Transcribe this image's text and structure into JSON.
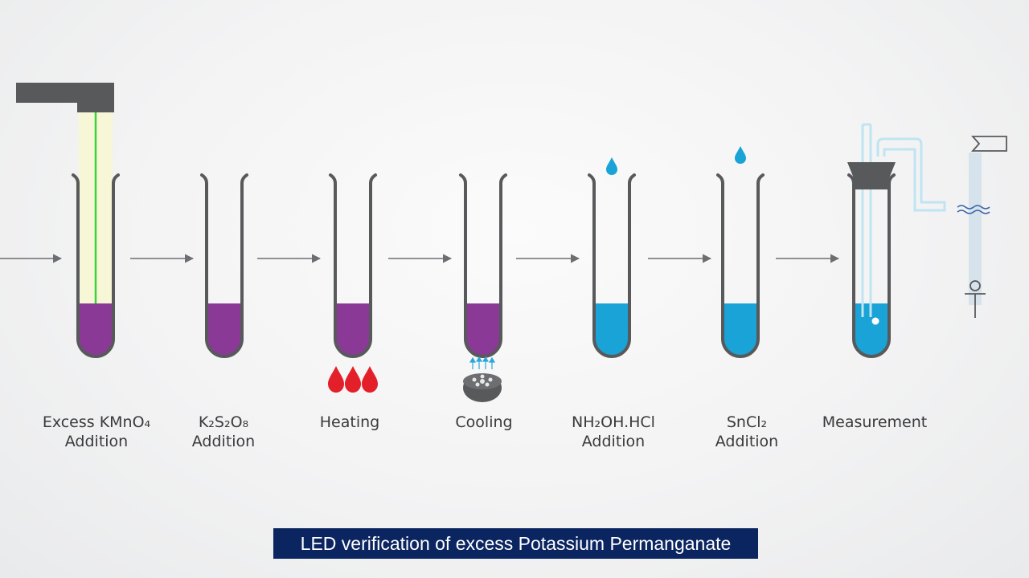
{
  "steps": [
    {
      "label": "Excess KMnO₄\nAddition",
      "liquid": "purple"
    },
    {
      "label": "K₂S₂O₈\nAddition",
      "liquid": "purple"
    },
    {
      "label": "Heating",
      "liquid": "purple"
    },
    {
      "label": "Cooling",
      "liquid": "purple"
    },
    {
      "label": "NH₂OH.HCl\nAddition",
      "liquid": "blue"
    },
    {
      "label": "SnCl₂\nAddition",
      "liquid": "blue"
    },
    {
      "label": "Measurement",
      "liquid": "blue"
    }
  ],
  "caption": "LED verification of excess Potassium Permanganate",
  "colors": {
    "purple": "#8a3a96",
    "blue": "#19a3d6",
    "tube": "#58595b",
    "arrow": "#6d6e71",
    "flame": "#e3202a",
    "led_beam": "#f7f5d4",
    "led_line": "#3bd13b",
    "apparatus": "#bfe4f2",
    "caption_bg": "#0b2560"
  },
  "icons": [
    "led-lamp-icon",
    "flame-icon",
    "cooling-fan-icon",
    "drop-icon",
    "stopper-icon",
    "gas-outlet-tube-icon",
    "detector-icon"
  ]
}
